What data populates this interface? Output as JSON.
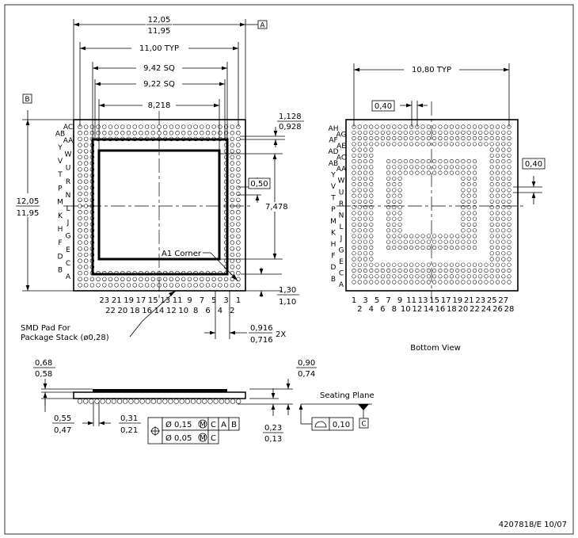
{
  "drawing_number": "4207818/E 10/07",
  "datums": {
    "a": "A",
    "b": "B",
    "c": "C"
  },
  "top_view": {
    "width_max": "12,05",
    "width_min": "11,95",
    "span_typ": "11,00 TYP",
    "sq_outer": "9,42 SQ",
    "sq_inner": "9,22 SQ",
    "inner_width": "8,218",
    "corner_max": "1,128",
    "corner_min": "0,928",
    "pad_pitch": "0,50",
    "inner_height": "7,478",
    "edge_max": "1,30",
    "edge_min": "1,10",
    "height_max": "12,05",
    "height_min": "11,95",
    "a1_corner": "A1 Corner",
    "smd_line1": "SMD Pad For",
    "smd_line2": "Package Stack (ø0,28)",
    "pad_max": "0,916",
    "pad_min": "0,716",
    "pad_count": "2X",
    "col_odd": [
      "23",
      "21",
      "19",
      "17",
      "15",
      "13",
      "11",
      "9",
      "7",
      "5",
      "3",
      "1"
    ],
    "col_even": [
      "22",
      "20",
      "18",
      "16",
      "14",
      "12",
      "10",
      "8",
      "6",
      "4",
      "2"
    ],
    "rows_left": [
      "AC",
      "AB",
      "AA",
      "Y",
      "W",
      "V",
      "U",
      "T",
      "R",
      "P",
      "N",
      "M",
      "L",
      "K",
      "J",
      "H",
      "G",
      "F",
      "E",
      "D",
      "C",
      "B",
      "A"
    ]
  },
  "bottom_view": {
    "span_typ": "10,80 TYP",
    "pitch_h": "0,40",
    "pitch_v": "0,40",
    "caption": "Bottom View",
    "col_odd": [
      "1",
      "3",
      "5",
      "7",
      "9",
      "11",
      "13",
      "15",
      "17",
      "19",
      "21",
      "23",
      "25",
      "27"
    ],
    "col_even": [
      "2",
      "4",
      "6",
      "8",
      "10",
      "12",
      "14",
      "16",
      "18",
      "20",
      "22",
      "24",
      "26",
      "28"
    ],
    "rows_left": [
      "AH",
      "AG",
      "AF",
      "AE",
      "AD",
      "AC",
      "AB",
      "AA",
      "Y",
      "W",
      "V",
      "U",
      "T",
      "R",
      "P",
      "N",
      "M",
      "L",
      "K",
      "J",
      "H",
      "G",
      "F",
      "E",
      "D",
      "C",
      "B",
      "A"
    ]
  },
  "side_view": {
    "top_max": "0,68",
    "top_min": "0,58",
    "body_max": "0,90",
    "body_min": "0,74",
    "seating_plane": "Seating Plane",
    "ball_max": "0,55",
    "ball_min": "0,47",
    "pitch_max": "0,31",
    "pitch_min": "0,21",
    "standoff_max": "0,23",
    "standoff_min": "0,13",
    "flatness": "0,10",
    "pos_tol_1": "Ø 0,15",
    "pos_tol_2": "Ø 0,05",
    "ref_c": "C",
    "ref_a": "A",
    "ref_b": "B"
  }
}
